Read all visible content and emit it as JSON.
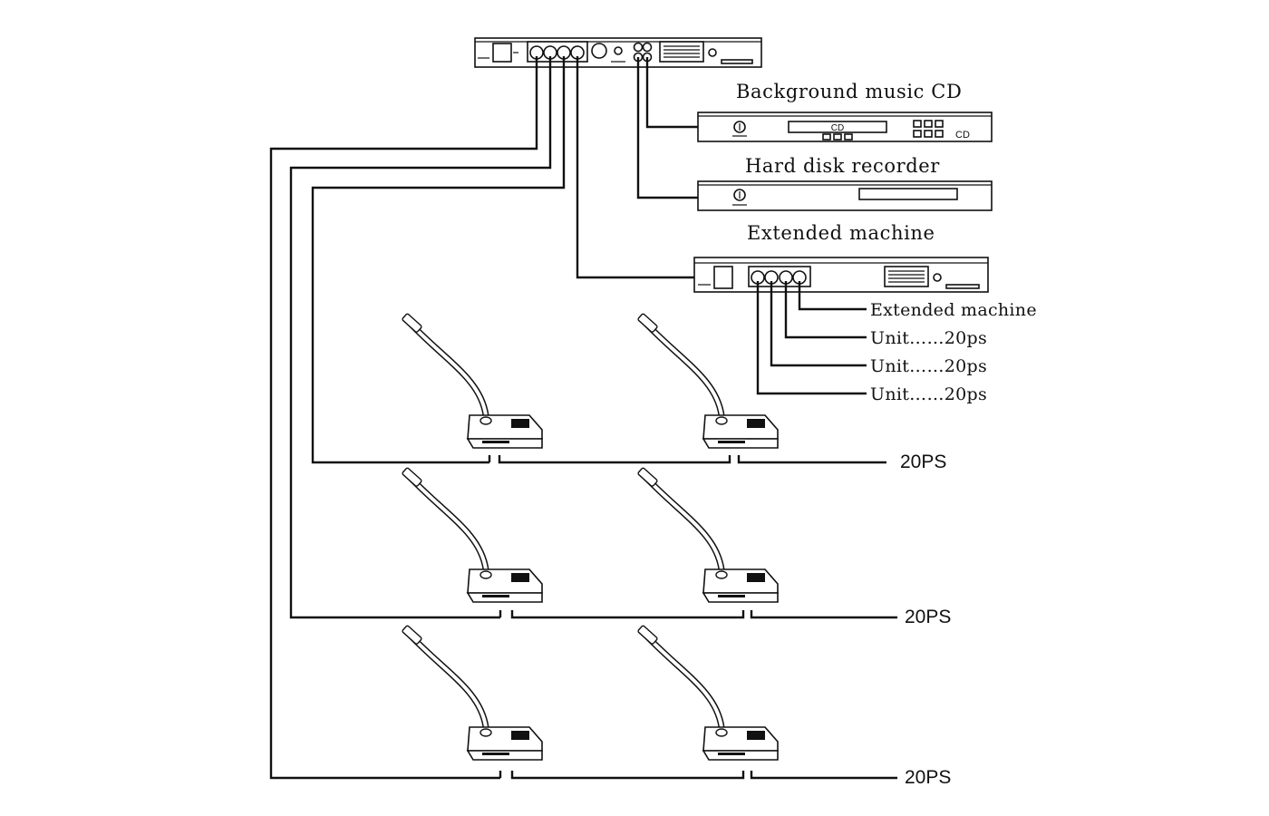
{
  "devices": {
    "cd_label": "Background music CD",
    "cd_display_text": "CD",
    "cd_tag": "CD",
    "hdd_label": "Hard disk recorder",
    "ext_label": "Extended machine"
  },
  "ext_ports": [
    "Extended machine",
    "Unit……20ps",
    "Unit……20ps",
    "Unit……20ps"
  ],
  "rows": [
    {
      "label": "20PS"
    },
    {
      "label": "20PS"
    },
    {
      "label": "20PS"
    }
  ]
}
